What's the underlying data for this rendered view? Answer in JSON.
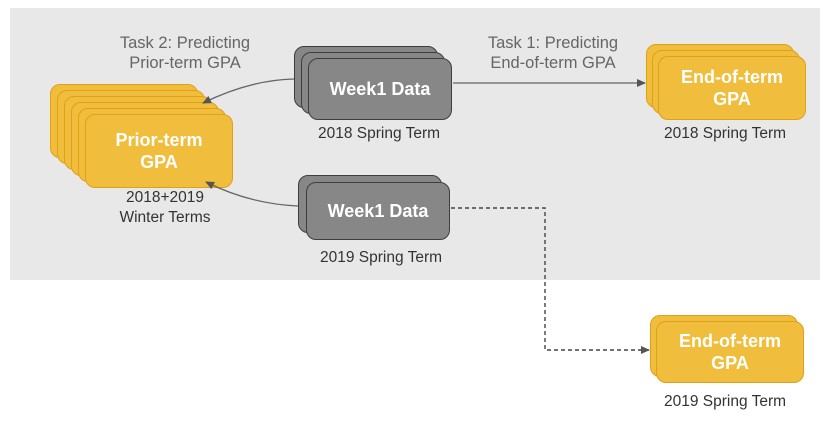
{
  "task1": {
    "line1": "Task 1: Predicting",
    "line2": "End-of-term GPA"
  },
  "task2": {
    "line1": "Task 2: Predicting",
    "line2": "Prior-term GPA"
  },
  "week1_2018": {
    "label": "Week1 Data",
    "caption": "2018 Spring Term"
  },
  "week1_2019": {
    "label": "Week1 Data",
    "caption": "2019 Spring Term"
  },
  "prior_term": {
    "line1": "Prior-term",
    "line2": "GPA",
    "caption1": "2018+2019",
    "caption2": "Winter Terms"
  },
  "eot_2018": {
    "line1": "End-of-term",
    "line2": "GPA",
    "caption": "2018 Spring Term"
  },
  "eot_2019": {
    "line1": "End-of-term",
    "line2": "GPA",
    "caption": "2019 Spring Term"
  },
  "colors": {
    "panel": "#e8e8e8",
    "gold": "#f0bd3c",
    "gray": "#878787",
    "arrow": "#555555"
  }
}
